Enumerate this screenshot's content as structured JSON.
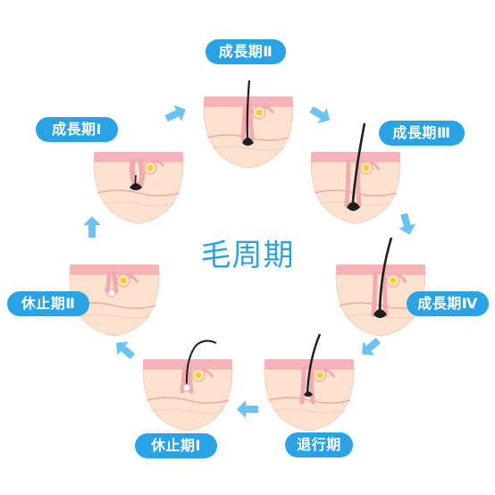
{
  "title": "毛周期",
  "stages": [
    {
      "id": "anagen-2",
      "label": "成長期Ⅱ"
    },
    {
      "id": "anagen-3",
      "label": "成長期Ⅲ"
    },
    {
      "id": "anagen-4",
      "label": "成長期Ⅳ"
    },
    {
      "id": "catagen",
      "label": "退行期"
    },
    {
      "id": "telogen-1",
      "label": "休止期Ⅰ"
    },
    {
      "id": "telogen-2",
      "label": "休止期Ⅱ"
    },
    {
      "id": "anagen-1",
      "label": "成長期Ⅰ"
    }
  ],
  "colors": {
    "label_bg": "#2aa3e6",
    "title": "#2aa3e6",
    "arrow": "#6cc4ee",
    "skin_surface": "#f6b4ba",
    "skin_body": "#fde2cf",
    "dermis_line": "#f2a2a8",
    "hair": "#1e1e1e",
    "sebaceous_gland": "#f7c441"
  },
  "icons": {
    "arrow": "cycle-arrow-icon",
    "skin": "skin-cross-section-icon"
  }
}
